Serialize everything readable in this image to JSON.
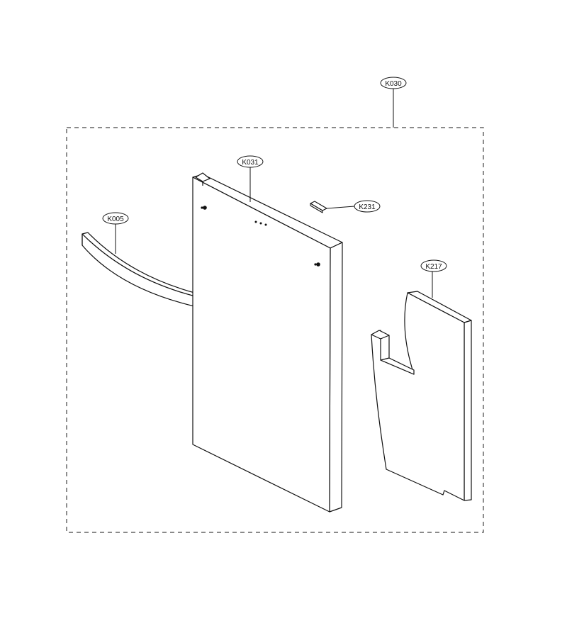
{
  "diagram": {
    "callouts": {
      "assembly": "K030",
      "door_panel": "K031",
      "handle": "K005",
      "clip": "K231",
      "insulation": "K217"
    }
  },
  "colors": {
    "line": "#111111",
    "background": "#ffffff",
    "dash": "#444444"
  }
}
